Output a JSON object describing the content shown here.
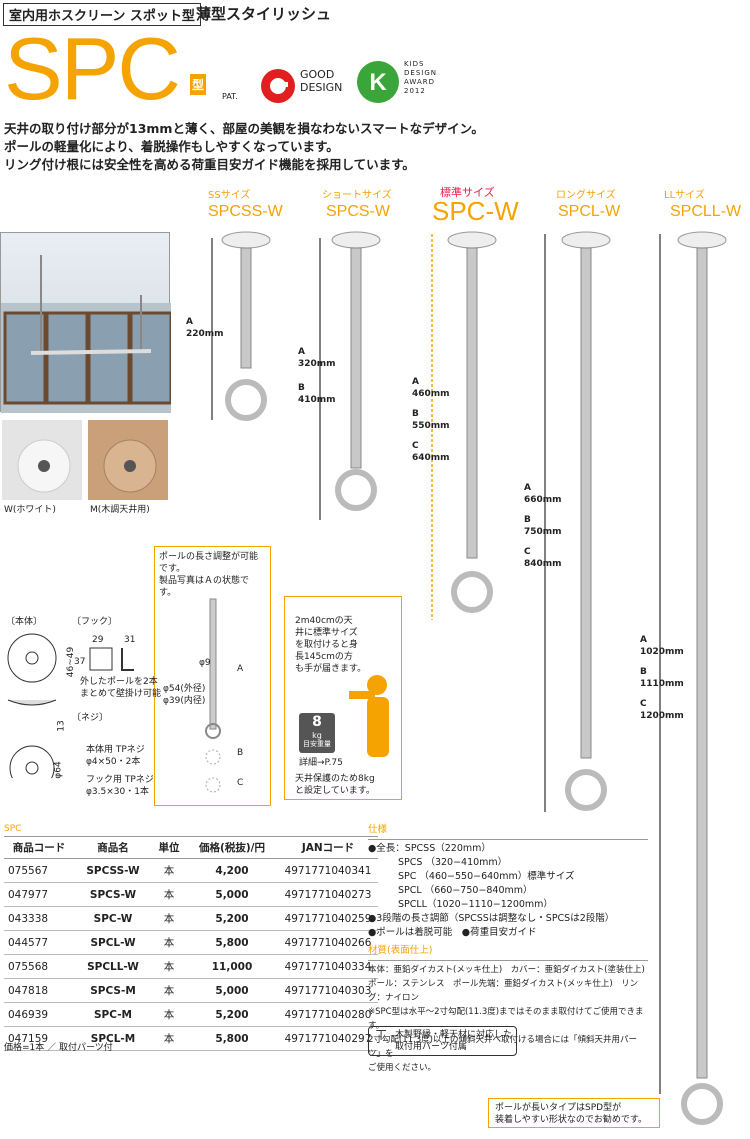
{
  "header": {
    "category_tag": "室内用ホスクリーン スポット型",
    "tagline": "薄型スタイリッシュ",
    "logo": "SPC",
    "logo_suffix": "型",
    "pat": "PAT.",
    "good_design": [
      "GOOD",
      "DESIGN"
    ],
    "kids_award": [
      "KIDS",
      "DESIGN",
      "AWARD",
      "2012"
    ]
  },
  "intro": [
    "天井の取り付け部分が13mmと薄く、部屋の美観を損なわないスマートなデザイン。",
    "ポールの軽量化により、着脱操作もしやすくなっています。",
    "リング付け根には安全性を高める荷重目安ガイド機能を採用しています。"
  ],
  "sizes": [
    {
      "size": "SSサイズ",
      "model": "SPCSS-W",
      "dims": [
        "A",
        "220mm"
      ]
    },
    {
      "size": "ショートサイズ",
      "model": "SPCS-W",
      "dims": [
        "A",
        "320mm",
        "B",
        "410mm"
      ]
    },
    {
      "size": "標準サイズ",
      "model": "SPC-W",
      "dims": [
        "A",
        "460mm",
        "B",
        "550mm",
        "C",
        "640mm"
      ]
    },
    {
      "size": "ロングサイズ",
      "model": "SPCL-W",
      "dims": [
        "A",
        "660mm",
        "B",
        "750mm",
        "C",
        "840mm"
      ]
    },
    {
      "size": "LLサイズ",
      "model": "SPCLL-W",
      "dims": [
        "A",
        "1020mm",
        "B",
        "1110mm",
        "C",
        "1200mm"
      ]
    }
  ],
  "colors": {
    "accent": "#f5a300",
    "standard": "#e8204a",
    "white_base": "#ffffff",
    "wood_base": "#c9a07a"
  },
  "finishes": [
    "W(ホワイト)",
    "M(木調天井用)"
  ],
  "box1": {
    "text": [
      "ポールの長さ調整が可能です。",
      "製品写真はＡの状態です。"
    ],
    "labels": [
      "φ9",
      "A",
      "φ54(外径)",
      "φ39(内径)",
      "B",
      "C"
    ]
  },
  "box2": {
    "text": [
      "2m40cmの天",
      "井に標準サイズ",
      "を取付けると身",
      "長145cmの方",
      "も手が届きます。"
    ],
    "weight": "8",
    "unit": "kg",
    "weight_label": "目安重量",
    "detail": "詳細→P.75",
    "note": [
      "天井保護のため8kg",
      "と設定しています。"
    ]
  },
  "parts": {
    "body": "〔本体〕",
    "hook": "〔フック〕",
    "screw": "〔ネジ〕",
    "body_dims": [
      "46~49",
      "13",
      "φ64"
    ],
    "hook_dims": [
      "29",
      "31",
      "37"
    ],
    "hook_note": [
      "外したポールを2本",
      "まとめて壁掛け可能"
    ],
    "screw_notes": [
      "本体用 TPネジ",
      "φ4×50・2本",
      "フック用 TPネジ",
      "φ3.5×30・1本"
    ]
  },
  "table": {
    "caption": "SPC",
    "headers": [
      "商品コード",
      "商品名",
      "単位",
      "価格(税抜)/円",
      "JANコード"
    ],
    "rows": [
      [
        "075567",
        "SPCSS-W",
        "本",
        "4,200",
        "4971771040341"
      ],
      [
        "047977",
        "SPCS-W",
        "本",
        "5,000",
        "4971771040273"
      ],
      [
        "043338",
        "SPC-W",
        "本",
        "5,200",
        "4971771040259"
      ],
      [
        "044577",
        "SPCL-W",
        "本",
        "5,800",
        "4971771040266"
      ],
      [
        "075568",
        "SPCLL-W",
        "本",
        "11,000",
        "4971771040334"
      ],
      [
        "047818",
        "SPCS-M",
        "本",
        "5,000",
        "4971771040303"
      ],
      [
        "046939",
        "SPC-M",
        "本",
        "5,200",
        "4971771040280"
      ],
      [
        "047159",
        "SPCL-M",
        "本",
        "5,800",
        "4971771040297"
      ]
    ],
    "footnote": "価格=1本 ／ 取付パーツ付"
  },
  "spec": {
    "title": "仕様",
    "lines": [
      "●全長：SPCSS（220mm）",
      "SPCS （320−410mm）",
      "SPC （460−550−640mm）標準サイズ",
      "SPCL （660−750−840mm）",
      "SPCLL（1020−1110−1200mm）",
      "●3段階の長さ調節（SPCSSは調整なし・SPCSは2段階）",
      "●ポールは着脱可能　●荷重目安ガイド"
    ],
    "material_title": "材質(表面仕上)",
    "material_lines": [
      "本体：亜鉛ダイカスト(メッキ仕上)　カバー：亜鉛ダイカスト(塗装仕上)",
      "ポール：ステンレス　ポール先端：亜鉛ダイカスト(メッキ仕上)　リング：ナイロン",
      "※SPC型は水平〜2寸勾配(11.3度)まではそのまま取付けてご使用できます。",
      "2寸勾配(11.3度)以上の傾斜天井へ取付ける場合には「傾斜天井用パーツ」を",
      "ご使用ください。"
    ],
    "wood_note": [
      "木製野縁・軽天材に対応した",
      "取付用パーツ付属"
    ]
  },
  "bottom_note": [
    "ポールが長いタイプはSPD型が",
    "装着しやすい形状なのでお勧めです。"
  ]
}
